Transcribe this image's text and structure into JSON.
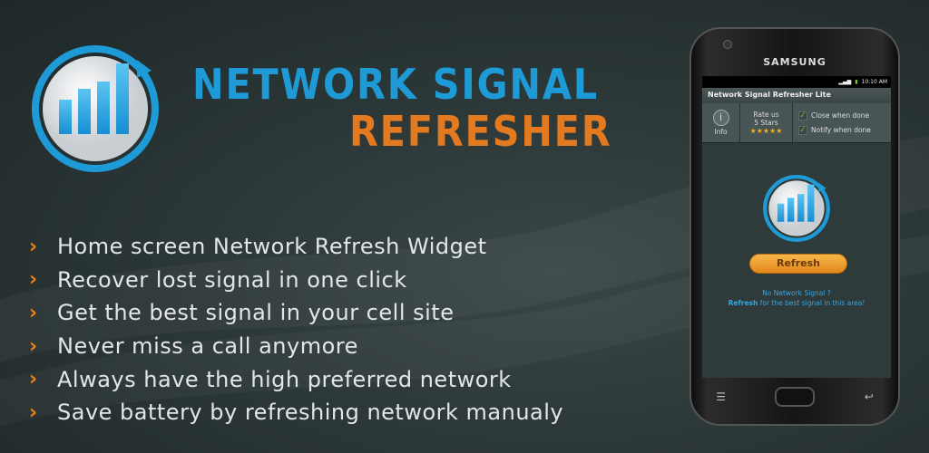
{
  "title": {
    "line1": "NETWORK SIGNAL",
    "line2": "REFRESHER"
  },
  "features": [
    "Home screen Network Refresh Widget",
    "Recover lost signal in one click",
    "Get the best signal in your cell site",
    "Never miss a call anymore",
    "Always have the high preferred network",
    "Save battery by refreshing network manualy"
  ],
  "bullet_glyph": "›",
  "phone": {
    "brand": "SAMSUNG",
    "time": "10:10 AM",
    "app_title": "Network Signal Refresher Lite",
    "info_label": "Info",
    "rate_line1": "Rate us",
    "rate_line2": "5 Stars",
    "stars": "★★★★★",
    "close_when_done": "Close when done",
    "notify_when_done": "Notify when done",
    "refresh_button": "Refresh",
    "msg_line1": "No Network Signal ?",
    "msg_line2_bold": "Refresh",
    "msg_line2_rest": " for the best signal in this area!"
  },
  "colors": {
    "blue": "#1e9ad6",
    "orange": "#e47a20"
  }
}
